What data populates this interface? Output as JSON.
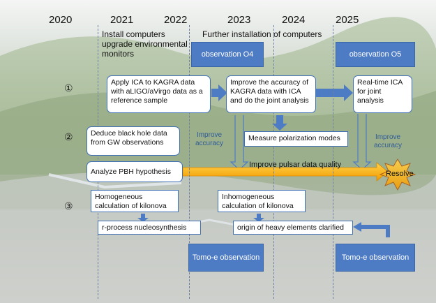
{
  "years": [
    "2020",
    "2021",
    "2022",
    "2023",
    "2024",
    "2025"
  ],
  "notes": {
    "install": "Install computers\nupgrade environmental\nmonitors",
    "further": "Further installation of computers"
  },
  "runs": {
    "o4": "observation O4",
    "o5": "observation O5"
  },
  "row_markers": [
    "①",
    "②",
    "③"
  ],
  "row1": {
    "ica_apply": "Apply ICA to KAGRA data with  aLIGO/aVirgo data as a reference sample",
    "ica_improve": "Improve the accuracy of KAGRA data with ICA and do the joint analysis",
    "ica_realtime": "Real-time ICA for joint analysis"
  },
  "row2": {
    "bh_deduce": "Deduce black hole data from GW observations",
    "pbh": "Analyze PBH hypothesis",
    "improve_accuracy": "Improve\naccuracy",
    "polarization": "Measure polarization modes",
    "pulsar": "Improve pulsar data quality",
    "resolve": "Resolve"
  },
  "row3": {
    "homog": "Homogeneous calculation of kilonova",
    "rprocess": "r-process nucleosynthesis",
    "inhomog": "Inhomogeneous calculation of kilonova",
    "heavy": "origin of heavy elements clarified"
  },
  "tomoe": "Tomo-e observation",
  "colors": {
    "accent": "#4e7cc4",
    "arrow_orange": "#f5a800",
    "burst": "#f2b06a"
  }
}
